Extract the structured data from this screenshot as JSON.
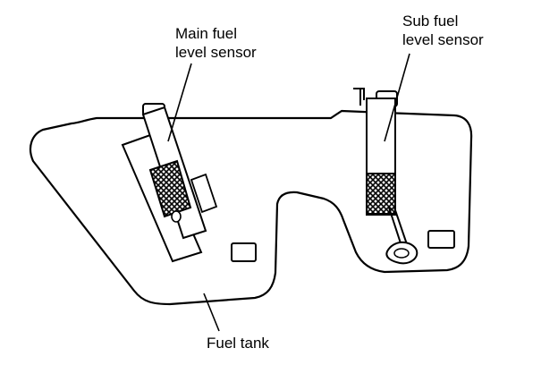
{
  "labels": {
    "main_sensor": [
      "Main fuel",
      "level sensor"
    ],
    "sub_sensor": [
      "Sub fuel",
      "level sensor"
    ],
    "fuel_tank": "Fuel tank"
  },
  "colors": {
    "line": "#000000",
    "background": "#ffffff"
  }
}
